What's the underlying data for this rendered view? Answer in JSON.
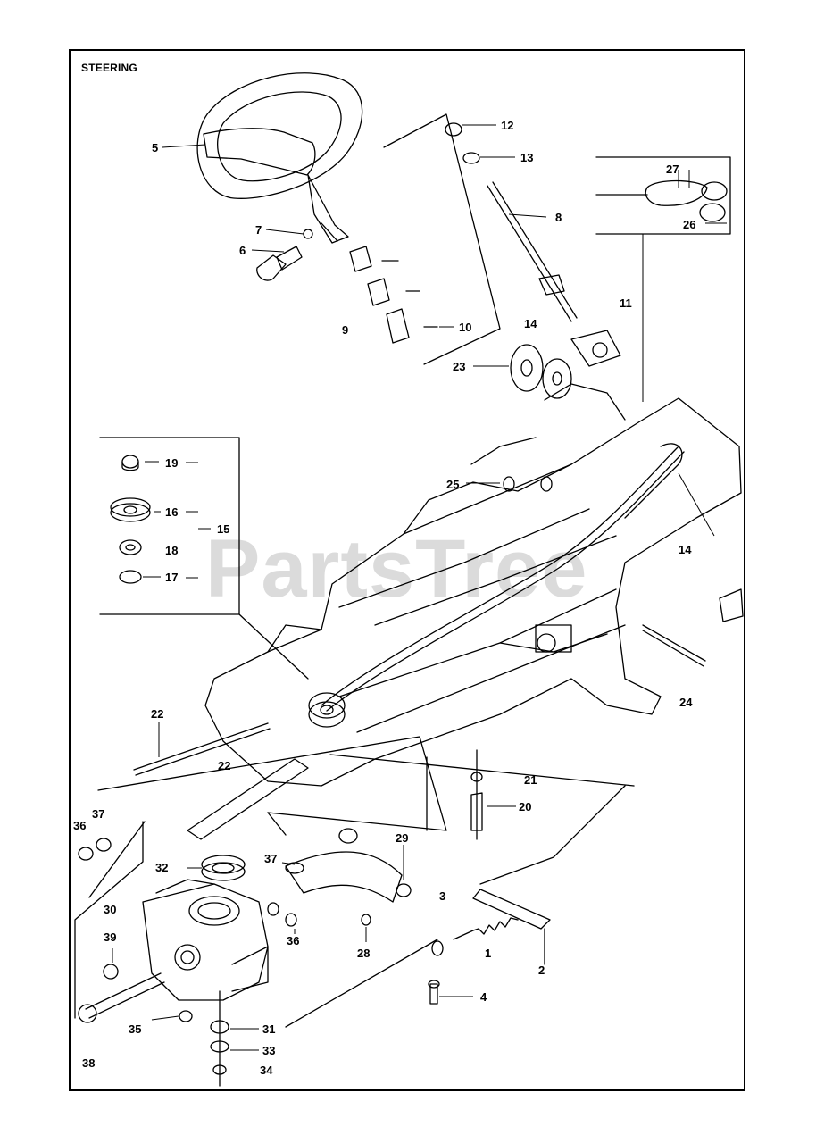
{
  "title": "STEERING",
  "watermark": "PartsTree",
  "callouts": [
    {
      "id": "c5",
      "text": "5"
    },
    {
      "id": "c7",
      "text": "7"
    },
    {
      "id": "c6",
      "text": "6"
    },
    {
      "id": "c9",
      "text": "9"
    },
    {
      "id": "c10",
      "text": "10"
    },
    {
      "id": "c12",
      "text": "12"
    },
    {
      "id": "c13",
      "text": "13"
    },
    {
      "id": "c8",
      "text": "8"
    },
    {
      "id": "c27",
      "text": "27"
    },
    {
      "id": "c26",
      "text": "26"
    },
    {
      "id": "c11",
      "text": "11"
    },
    {
      "id": "c14a",
      "text": "14"
    },
    {
      "id": "c23",
      "text": "23"
    },
    {
      "id": "c14b",
      "text": "14"
    },
    {
      "id": "c19",
      "text": "19"
    },
    {
      "id": "c16",
      "text": "16"
    },
    {
      "id": "c15",
      "text": "15"
    },
    {
      "id": "c18",
      "text": "18"
    },
    {
      "id": "c17",
      "text": "17"
    },
    {
      "id": "c25",
      "text": "25"
    },
    {
      "id": "c24",
      "text": "24"
    },
    {
      "id": "c22a",
      "text": "22"
    },
    {
      "id": "c22b",
      "text": "22"
    },
    {
      "id": "c21",
      "text": "21"
    },
    {
      "id": "c20",
      "text": "20"
    },
    {
      "id": "c37a",
      "text": "37"
    },
    {
      "id": "c36a",
      "text": "36"
    },
    {
      "id": "c29",
      "text": "29"
    },
    {
      "id": "c32",
      "text": "32"
    },
    {
      "id": "c37b",
      "text": "37"
    },
    {
      "id": "c3",
      "text": "3"
    },
    {
      "id": "c30",
      "text": "30"
    },
    {
      "id": "c36b",
      "text": "36"
    },
    {
      "id": "c28",
      "text": "28"
    },
    {
      "id": "c1",
      "text": "1"
    },
    {
      "id": "c39",
      "text": "39"
    },
    {
      "id": "c2",
      "text": "2"
    },
    {
      "id": "c4",
      "text": "4"
    },
    {
      "id": "c35",
      "text": "35"
    },
    {
      "id": "c31",
      "text": "31"
    },
    {
      "id": "c33",
      "text": "33"
    },
    {
      "id": "c38",
      "text": "38"
    },
    {
      "id": "c34",
      "text": "34"
    }
  ]
}
